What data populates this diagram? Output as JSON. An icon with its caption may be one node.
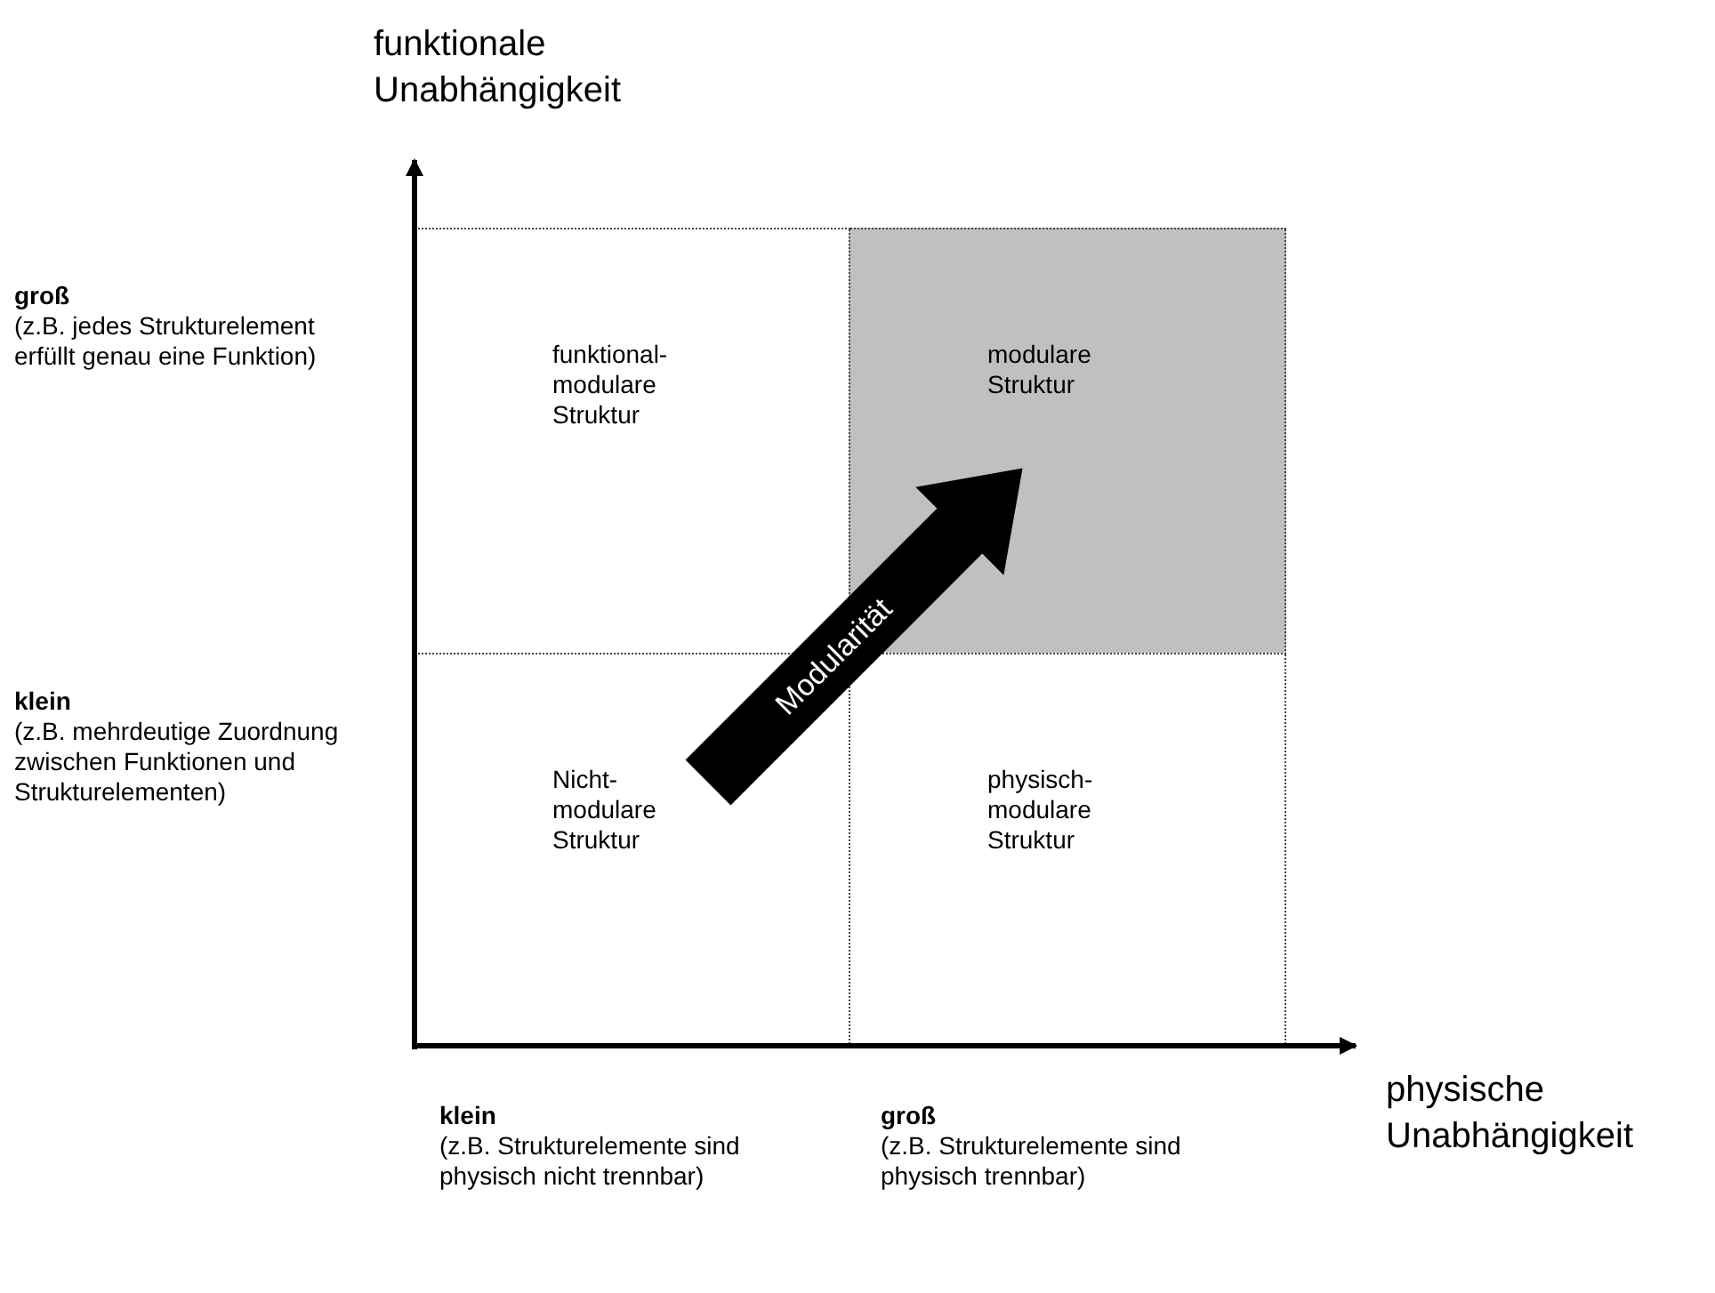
{
  "diagram": {
    "nodes": [
      {
        "text": [
          "funktional-modulare Struktur"
        ]
      },
      {
        "text": [
          "modulare Struktur"
        ]
      },
      {
        "text": [
          "Nicht-modulare Struktur"
        ]
      },
      {
        "text": [
          "physisch-modulare Struktur"
        ]
      }
    ],
    "edges": [
      {
        "from": 2,
        "to": 1,
        "arrow": "to",
        "label": "Modularität",
        "style": "thick"
      }
    ],
    "labels": [
      "funktionale Unabhängigkeit",
      "groß",
      "(z.B. jedes Strukturelement erfüllt genau eine Funktion)",
      "klein",
      "(z.B. mehrdeutige Zuordnung zwischen Funktionen und Strukturelementen)",
      "physische Unabhängigkeit",
      "klein",
      "(z.B. Strukturelemente sind physisch nicht trennbar)",
      "groß",
      "(z.B. Strukturelemente sind physisch trennbar)"
    ]
  }
}
